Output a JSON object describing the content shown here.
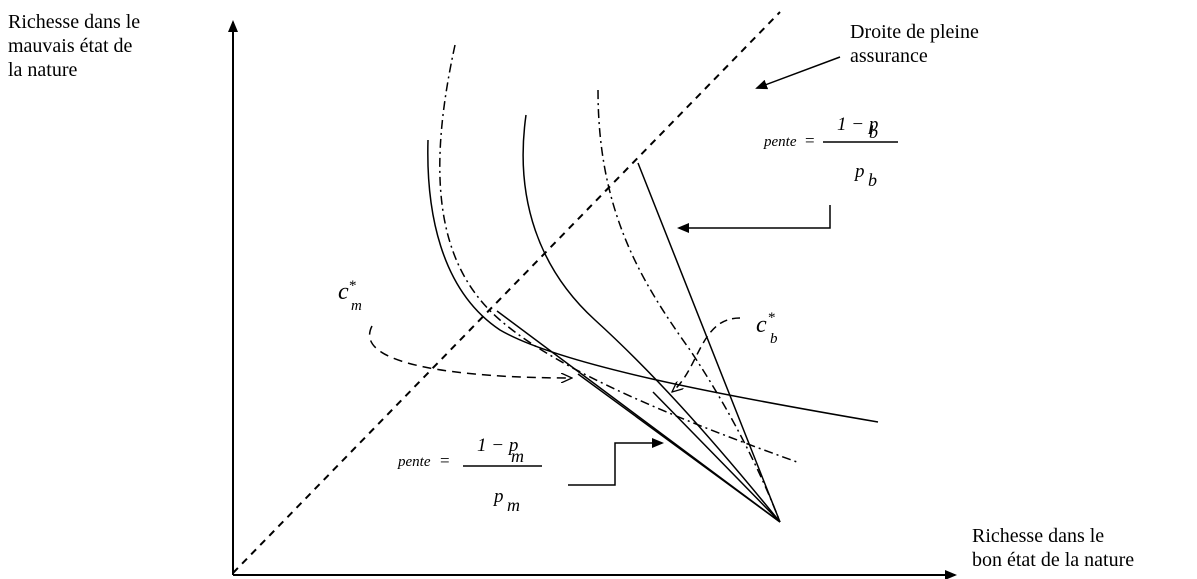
{
  "labels": {
    "y_axis": "Richesse dans le\nmauvais état de\nla nature",
    "x_axis": "Richesse dans le\nbon état de la nature",
    "full_insurance": "Droite de pleine\nassurance"
  },
  "slope_good": {
    "word": "pente",
    "eq": "=",
    "numerator": "1 − p",
    "denominator": "p",
    "sub": "b"
  },
  "slope_bad": {
    "word": "pente",
    "eq": "=",
    "numerator": "1 − p",
    "denominator": "p",
    "sub": "m"
  },
  "points": {
    "c_m": {
      "base": "c",
      "sub": "m",
      "sup": "*"
    },
    "c_b": {
      "base": "c",
      "sub": "b",
      "sup": "*"
    }
  },
  "colors": {
    "ink": "#000000",
    "background": "#ffffff"
  }
}
